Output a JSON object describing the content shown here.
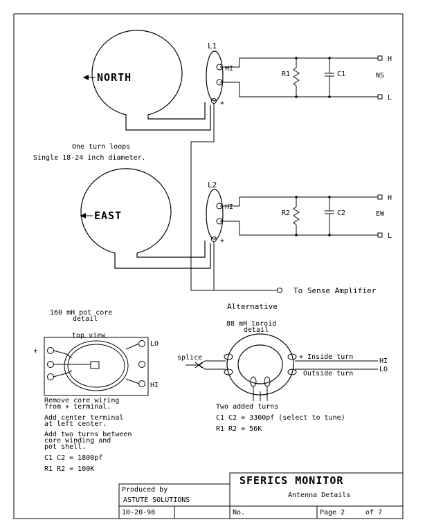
{
  "loops": {
    "north_label": "NORTH",
    "east_label": "EAST",
    "caption_line1": "One turn loops",
    "caption_line2": "Single 18-24 inch diameter."
  },
  "ns_channel": {
    "coil": "L1",
    "hi": "HI",
    "plus": "+",
    "resistor": "R1",
    "capacitor": "C1",
    "out_h": "H",
    "out_l": "L",
    "name": "NS"
  },
  "ew_channel": {
    "coil": "L2",
    "hi": "HI",
    "plus": "+",
    "resistor": "R2",
    "capacitor": "C2",
    "out_h": "H",
    "out_l": "L",
    "name": "EW"
  },
  "sense": "To Sense Amplifier",
  "pot_core": {
    "title1": "160 mH pot core",
    "title2": "detail",
    "top_view": "top view",
    "plus": "+",
    "lo": "LO",
    "hi": "HI",
    "notes": [
      "Remove core wiring",
      "from + terminal.",
      "Add center terminal",
      "at left center.",
      "Add two turns between",
      "core winding and",
      "pot shell."
    ],
    "c_value": "C1 C2 = 1800pf",
    "r_value": "R1 R2 = 100K"
  },
  "toroid": {
    "alternative": "Alternative",
    "title1": "88 mH toroid",
    "title2": "detail",
    "splice": "splice",
    "inside": "+ Inside turn",
    "outside": "Outside turn",
    "hi": "HI",
    "lo": "LO",
    "added": "Two added turns",
    "c_value": "C1 C2 = 3300pf (select to tune)",
    "r_value": "R1 R2 = 56K"
  },
  "title_block": {
    "produced_by": "Produced by",
    "company": "ASTUTE SOLUTIONS",
    "title": "SFERICS MONITOR",
    "subtitle": "Antenna Details",
    "date": "10-20-98",
    "no_label": "No.",
    "page_label": "Page 2",
    "of_label": "of 7"
  }
}
